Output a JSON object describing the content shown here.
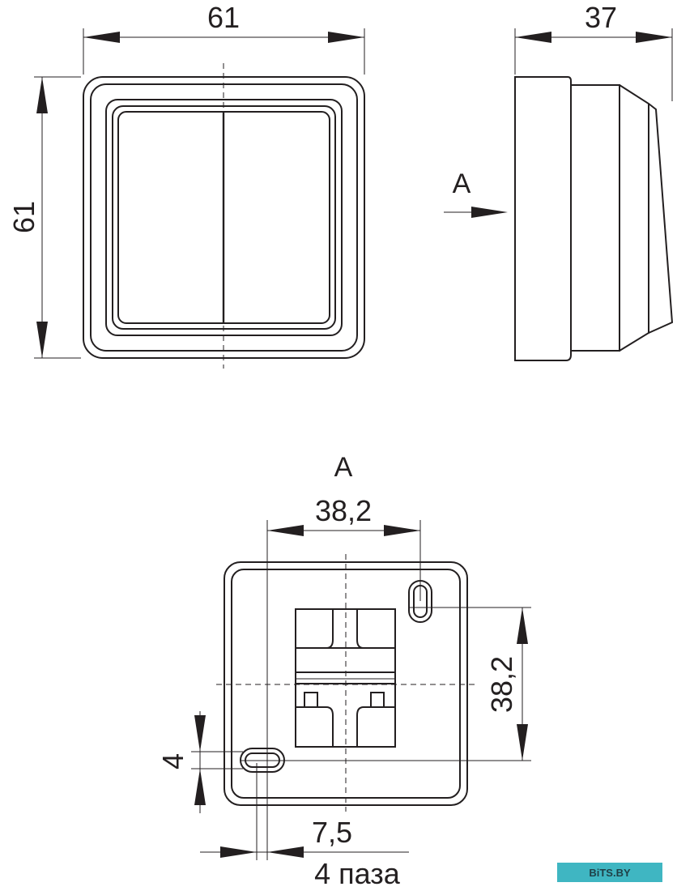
{
  "front_view": {
    "width_dim": "61",
    "height_dim": "61"
  },
  "side_view": {
    "depth_dim": "37",
    "view_arrow_label": "A"
  },
  "back_view": {
    "title": "A",
    "horizontal_spacing_dim": "38,2",
    "vertical_spacing_dim": "38,2",
    "slot_height_dim": "4",
    "slot_offset_dim": "7,5",
    "slot_note": "4 паза"
  },
  "watermark": "BiTS.BY"
}
